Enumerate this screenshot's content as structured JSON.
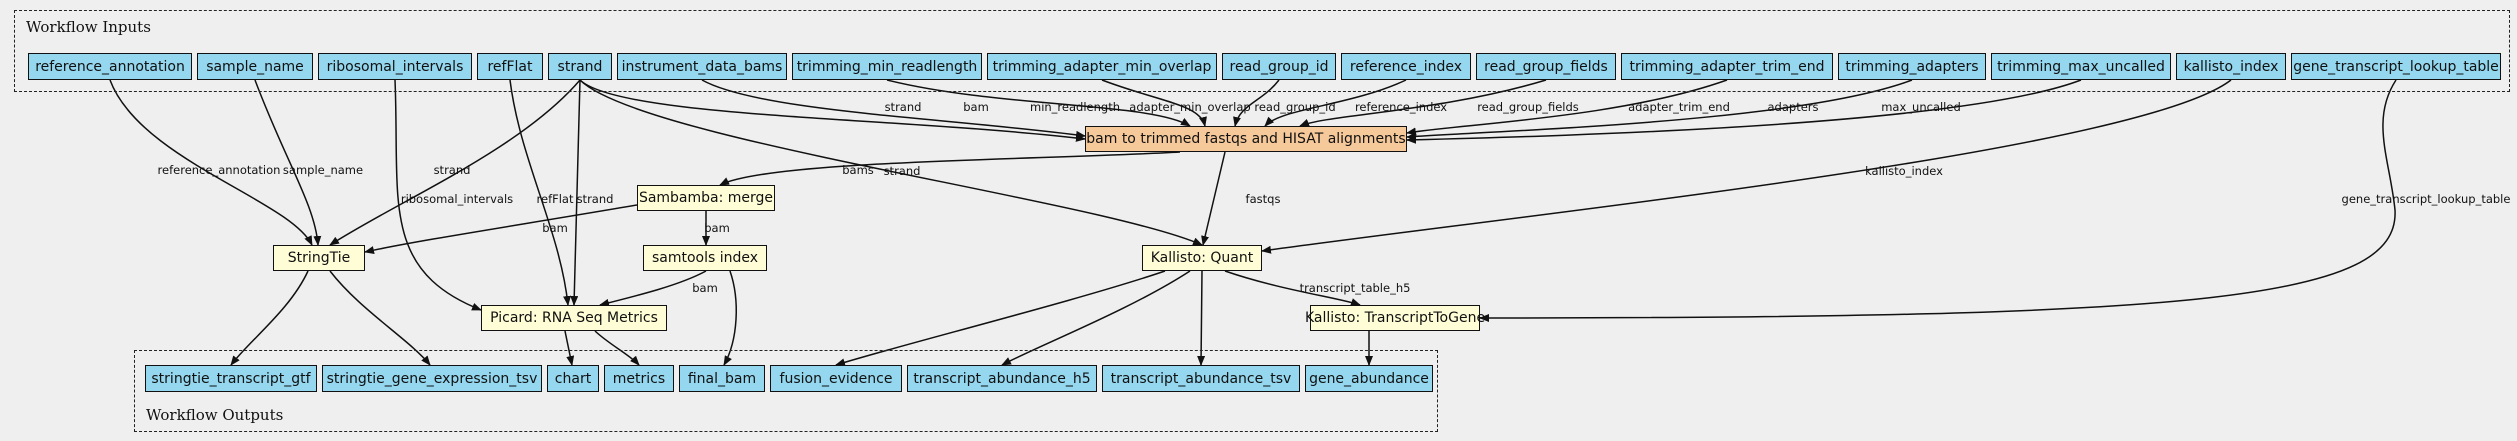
{
  "groups": {
    "inputs_title": "Workflow Inputs",
    "outputs_title": "Workflow Outputs"
  },
  "colors": {
    "io_fill": "#94d7ef",
    "step_fill": "#fffdd6",
    "main_step_fill": "#f6c99b",
    "stroke": "#111111",
    "background": "#efefef"
  },
  "nodes": {
    "in_reference_annotation": "reference_annotation",
    "in_sample_name": "sample_name",
    "in_ribosomal_intervals": "ribosomal_intervals",
    "in_refflat": "refFlat",
    "in_strand": "strand",
    "in_instrument_data_bams": "instrument_data_bams",
    "in_trimming_min_readlength": "trimming_min_readlength",
    "in_trimming_adapter_min_overlap": "trimming_adapter_min_overlap",
    "in_read_group_id": "read_group_id",
    "in_reference_index": "reference_index",
    "in_read_group_fields": "read_group_fields",
    "in_trimming_adapter_trim_end": "trimming_adapter_trim_end",
    "in_trimming_adapters": "trimming_adapters",
    "in_trimming_max_uncalled": "trimming_max_uncalled",
    "in_kallisto_index": "kallisto_index",
    "in_gene_transcript_lookup_table": "gene_transcript_lookup_table",
    "step_bam_to_trimmed": "bam to trimmed fastqs and HISAT alignments",
    "step_sambamba_merge": "Sambamba: merge",
    "step_samtools_index": "samtools index",
    "step_stringtie": "StringTie",
    "step_picard": "Picard: RNA Seq Metrics",
    "step_kallisto_quant": "Kallisto: Quant",
    "step_kallisto_t2g": "Kallisto: TranscriptToGene",
    "out_stringtie_transcript_gtf": "stringtie_transcript_gtf",
    "out_stringtie_gene_expression_tsv": "stringtie_gene_expression_tsv",
    "out_chart": "chart",
    "out_metrics": "metrics",
    "out_final_bam": "final_bam",
    "out_fusion_evidence": "fusion_evidence",
    "out_transcript_abundance_h5": "transcript_abundance_h5",
    "out_transcript_abundance_tsv": "transcript_abundance_tsv",
    "out_gene_abundance": "gene_abundance"
  },
  "edge_labels": {
    "strand_to_main": "strand",
    "bams_to_main": "bam",
    "min_readlength": "min_readlength",
    "adapter_min_overlap": "adapter_min_overlap",
    "read_group_id": "read_group_id",
    "reference_index": "reference_index",
    "read_group_fields": "read_group_fields",
    "adapter_trim_end": "adapter_trim_end",
    "adapters": "adapters",
    "max_uncalled": "max_uncalled",
    "main_to_merge": "bams",
    "main_to_kallisto": "fastqs",
    "strand_to_kallisto": "strand",
    "kallisto_index": "kallisto_index",
    "reference_annotation": "reference_annotation",
    "sample_name": "sample_name",
    "strand_to_stringtie": "strand",
    "merge_to_stringtie": "bam",
    "merge_to_samtools": "bam",
    "ribosomal_intervals": "ribosomal_intervals",
    "refflat": "refFlat",
    "strand_to_picard": "strand",
    "samtools_to_picard": "bam",
    "transcript_table_h5": "transcript_table_h5",
    "gene_transcript_lookup_table": "gene_transcript_lookup_table"
  }
}
